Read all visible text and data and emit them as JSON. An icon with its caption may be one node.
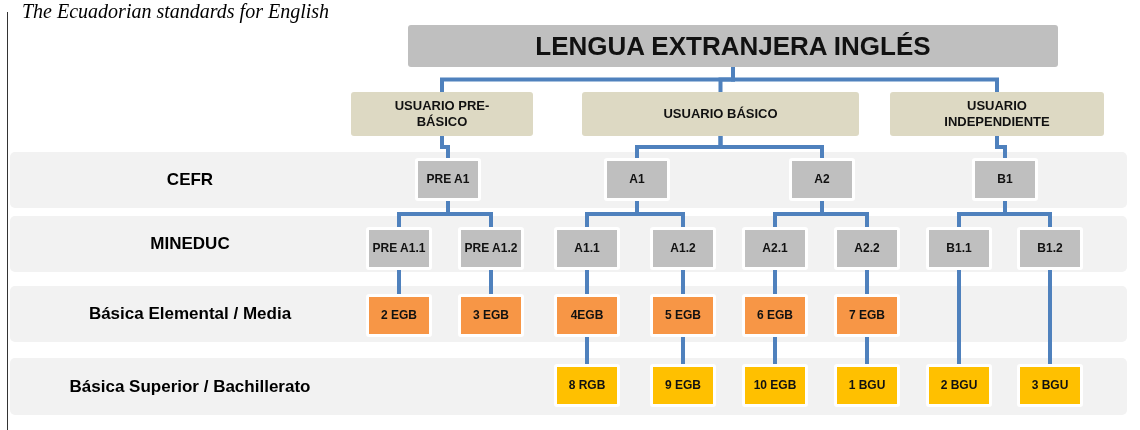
{
  "diagram": {
    "title": "The Ecuadorian standards for English",
    "nodes": [
      {
        "text": [
          "LENGUA EXTRANJERA INGLÉS"
        ]
      },
      {
        "text": [
          "USUARIO PRE-BÁSICO"
        ]
      },
      {
        "text": [
          "USUARIO BÁSICO"
        ]
      },
      {
        "text": [
          "USUARIO INDEPENDIENTE"
        ]
      },
      {
        "text": [
          "CEFR"
        ]
      },
      {
        "text": [
          "PRE A1"
        ],
        "in": 4
      },
      {
        "text": [
          "A1"
        ],
        "in": 4
      },
      {
        "text": [
          "A2"
        ],
        "in": 4
      },
      {
        "text": [
          "B1"
        ],
        "in": 4
      },
      {
        "text": [
          "MINEDUC"
        ]
      },
      {
        "text": [
          "PRE A1.1"
        ],
        "in": 9
      },
      {
        "text": [
          "PRE A1.2"
        ],
        "in": 9
      },
      {
        "text": [
          "A1.1"
        ],
        "in": 9
      },
      {
        "text": [
          "A1.2"
        ],
        "in": 9
      },
      {
        "text": [
          "A2.1"
        ],
        "in": 9
      },
      {
        "text": [
          "A2.2"
        ],
        "in": 9
      },
      {
        "text": [
          "B1.1"
        ],
        "in": 9
      },
      {
        "text": [
          "B1.2"
        ],
        "in": 9
      },
      {
        "text": [
          "Básica Elemental / Media"
        ]
      },
      {
        "text": [
          "2 EGB"
        ],
        "in": 18
      },
      {
        "text": [
          "3 EGB"
        ],
        "in": 18
      },
      {
        "text": [
          "4EGB"
        ],
        "in": 18
      },
      {
        "text": [
          "5 EGB"
        ],
        "in": 18
      },
      {
        "text": [
          "6 EGB"
        ],
        "in": 18
      },
      {
        "text": [
          "7 EGB"
        ],
        "in": 18
      },
      {
        "text": [
          "Básica Superior / Bachillerato"
        ]
      },
      {
        "text": [
          "8 RGB"
        ],
        "in": 25
      },
      {
        "text": [
          "9 EGB"
        ],
        "in": 25
      },
      {
        "text": [
          "10 EGB"
        ],
        "in": 25
      },
      {
        "text": [
          "1 BGU"
        ],
        "in": 25
      },
      {
        "text": [
          "2 BGU"
        ],
        "in": 25
      },
      {
        "text": [
          "3 BGU"
        ],
        "in": 25
      }
    ],
    "edges": [
      {
        "from": 0,
        "to": 1,
        "arrow": "none"
      },
      {
        "from": 0,
        "to": 2,
        "arrow": "none"
      },
      {
        "from": 0,
        "to": 3,
        "arrow": "none"
      },
      {
        "from": 1,
        "to": 5,
        "arrow": "none"
      },
      {
        "from": 2,
        "to": 6,
        "arrow": "none"
      },
      {
        "from": 2,
        "to": 7,
        "arrow": "none"
      },
      {
        "from": 3,
        "to": 8,
        "arrow": "none"
      },
      {
        "from": 5,
        "to": 10,
        "arrow": "none"
      },
      {
        "from": 5,
        "to": 11,
        "arrow": "none"
      },
      {
        "from": 6,
        "to": 12,
        "arrow": "none"
      },
      {
        "from": 6,
        "to": 13,
        "arrow": "none"
      },
      {
        "from": 7,
        "to": 14,
        "arrow": "none"
      },
      {
        "from": 7,
        "to": 15,
        "arrow": "none"
      },
      {
        "from": 8,
        "to": 16,
        "arrow": "none"
      },
      {
        "from": 8,
        "to": 17,
        "arrow": "none"
      },
      {
        "from": 10,
        "to": 19,
        "arrow": "none"
      },
      {
        "from": 11,
        "to": 20,
        "arrow": "none"
      },
      {
        "from": 12,
        "to": 21,
        "arrow": "none"
      },
      {
        "from": 13,
        "to": 22,
        "arrow": "none"
      },
      {
        "from": 14,
        "to": 23,
        "arrow": "none"
      },
      {
        "from": 15,
        "to": 24,
        "arrow": "none"
      },
      {
        "from": 21,
        "to": 26,
        "arrow": "none"
      },
      {
        "from": 22,
        "to": 27,
        "arrow": "none"
      },
      {
        "from": 23,
        "to": 28,
        "arrow": "none"
      },
      {
        "from": 24,
        "to": 29,
        "arrow": "none"
      },
      {
        "from": 16,
        "to": 30,
        "arrow": "none"
      },
      {
        "from": 17,
        "to": 31,
        "arrow": "none"
      }
    ]
  }
}
